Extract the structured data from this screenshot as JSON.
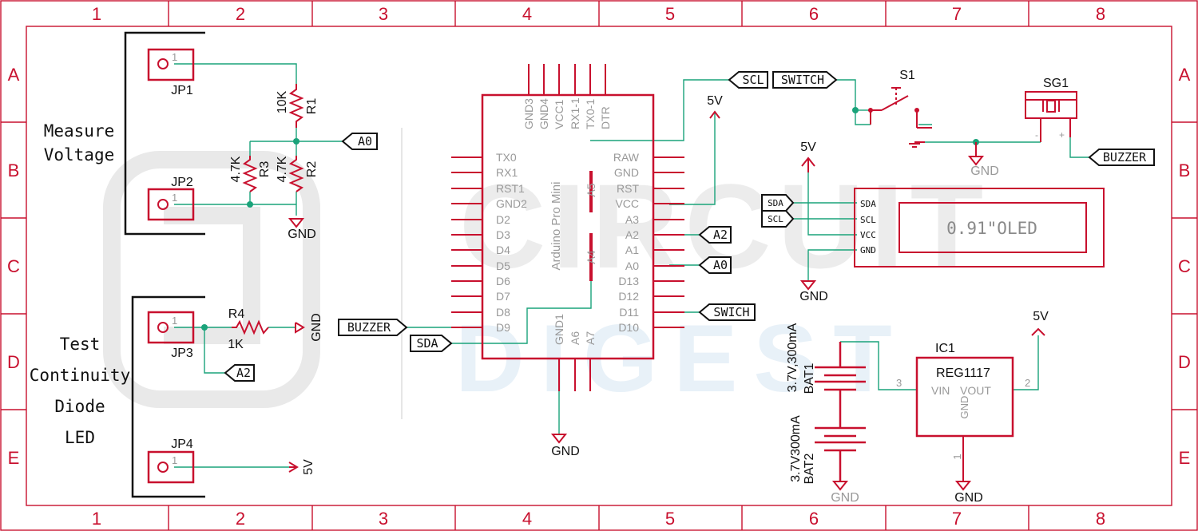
{
  "frame": {
    "columns": [
      "1",
      "2",
      "3",
      "4",
      "5",
      "6",
      "7",
      "8"
    ],
    "rows": [
      "A",
      "B",
      "C",
      "D",
      "E"
    ]
  },
  "colors": {
    "red": "#c8102e",
    "green": "#1aa37a",
    "black": "#111111",
    "grey": "#9a9a9a",
    "watermark": "#ececec"
  },
  "watermark": {
    "line1": "CIRCUIT",
    "line2": "DIGEST"
  },
  "groups": {
    "measure": [
      "Measure",
      "Voltage"
    ],
    "test": [
      "Test",
      "Continuity",
      "Diode",
      "LED"
    ]
  },
  "connectors": {
    "jp1": {
      "name": "JP1",
      "pin": "1"
    },
    "jp2": {
      "name": "JP2",
      "pin": "1"
    },
    "jp3": {
      "name": "JP3",
      "pin": "1"
    },
    "jp4": {
      "name": "JP4",
      "pin": "1"
    }
  },
  "resistors": {
    "r1": {
      "name": "R1",
      "value": "10K"
    },
    "r2": {
      "name": "R2",
      "value": "4.7K"
    },
    "r3": {
      "name": "R3",
      "value": "4.7K"
    },
    "r4": {
      "name": "R4",
      "value": "1K"
    }
  },
  "power": {
    "gnd": "GND",
    "vcc5": "5V"
  },
  "net_tags": {
    "a0": "A0",
    "a2": "A2",
    "buzzer": "BUZZER",
    "sda": "SDA",
    "scl": "SCL",
    "switch": "SWITCH",
    "swich": "SWICH"
  },
  "arduino": {
    "name": "Arduino Pro Mini",
    "top_pins": [
      "GND3",
      "GND4",
      "VCC1",
      "RX1-1",
      "TX0-1",
      "DTR"
    ],
    "left_pins": [
      "TX0",
      "RX1",
      "RST1",
      "GND2",
      "D2",
      "D3",
      "D4",
      "D5",
      "D6",
      "D7",
      "D8",
      "D9"
    ],
    "right_pins": [
      "RAW",
      "GND",
      "RST",
      "VCC",
      "A3",
      "A2",
      "A1",
      "A0",
      "D13",
      "D12",
      "D11",
      "D10"
    ],
    "bottom_pins": [
      "GND1",
      "A6",
      "A7"
    ],
    "a5": "A5",
    "a4": "A4"
  },
  "switch": {
    "name": "S1"
  },
  "buzzer": {
    "name": "SG1",
    "minus": "-",
    "plus": "+"
  },
  "oled": {
    "label": "0.91\"OLED",
    "pins": [
      "SDA",
      "SCL",
      "VCC",
      "GND"
    ]
  },
  "batteries": {
    "bat1": {
      "name": "BAT1",
      "value": "3.7V,300mA"
    },
    "bat2": {
      "name": "BAT2",
      "value": "3.7V300mA"
    }
  },
  "regulator": {
    "name": "IC1",
    "part": "REG1117",
    "vin": "VIN",
    "vout": "VOUT",
    "gnd": "GND",
    "pin_in": "3",
    "pin_out": "2",
    "pin_gnd": "1"
  }
}
